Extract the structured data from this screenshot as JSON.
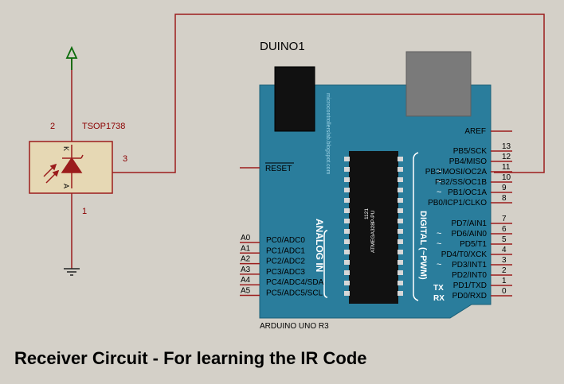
{
  "caption": "Receiver Circuit - For learning the IR Code",
  "sensor": {
    "part": "TSOP1738",
    "pin_top": "2",
    "pin_right": "3",
    "pin_bottom": "1",
    "label_k": "K",
    "label_a": "A"
  },
  "board": {
    "ref": "DUINO1",
    "model": "ARDUINO UNO R3",
    "chip": "ATMEGA328P-PU",
    "chip_num": "1121",
    "vertical_url": "microcontrollerslab.blogspot.com",
    "reset": "RESET",
    "aref": "AREF",
    "analog_title": "ANALOG IN",
    "digital_title": "DIGITAL (~PWM)",
    "tx": "TX",
    "rx": "RX",
    "analog_pins": [
      {
        "ext": "A0",
        "name": "PC0/ADC0"
      },
      {
        "ext": "A1",
        "name": "PC1/ADC1"
      },
      {
        "ext": "A2",
        "name": "PC2/ADC2"
      },
      {
        "ext": "A3",
        "name": "PC3/ADC3"
      },
      {
        "ext": "A4",
        "name": "PC4/ADC4/SDA"
      },
      {
        "ext": "A5",
        "name": "PC5/ADC5/SCL"
      }
    ],
    "digital_pins": [
      {
        "num": "13",
        "name": "PB5/SCK",
        "pwm": false
      },
      {
        "num": "12",
        "name": "PB4/MISO",
        "pwm": false
      },
      {
        "num": "11",
        "name": "PB3/MOSI/OC2A",
        "pwm": true
      },
      {
        "num": "10",
        "name": "PB2/SS/OC1B",
        "pwm": true
      },
      {
        "num": "9",
        "name": "PB1/OC1A",
        "pwm": true
      },
      {
        "num": "8",
        "name": "PB0/ICP1/CLKO",
        "pwm": false
      },
      {
        "num": "7",
        "name": "PD7/AIN1",
        "pwm": false
      },
      {
        "num": "6",
        "name": "PD6/AIN0",
        "pwm": true
      },
      {
        "num": "5",
        "name": "PD5/T1",
        "pwm": true
      },
      {
        "num": "4",
        "name": "PD4/T0/XCK",
        "pwm": false
      },
      {
        "num": "3",
        "name": "PD3/INT1",
        "pwm": true
      },
      {
        "num": "2",
        "name": "PD2/INT0",
        "pwm": false
      },
      {
        "num": "1",
        "name": "PD1/TXD",
        "pwm": false
      },
      {
        "num": "0",
        "name": "PD0/RXD",
        "pwm": false
      }
    ]
  },
  "colors": {
    "background": "#d4d0c8",
    "wire": "#9b1c1c",
    "component_fill": "#e6d8b4",
    "board": "#2a7d9c",
    "power": "#0a6b0a",
    "chip": "#111111",
    "usb": "#7a7a7a"
  }
}
